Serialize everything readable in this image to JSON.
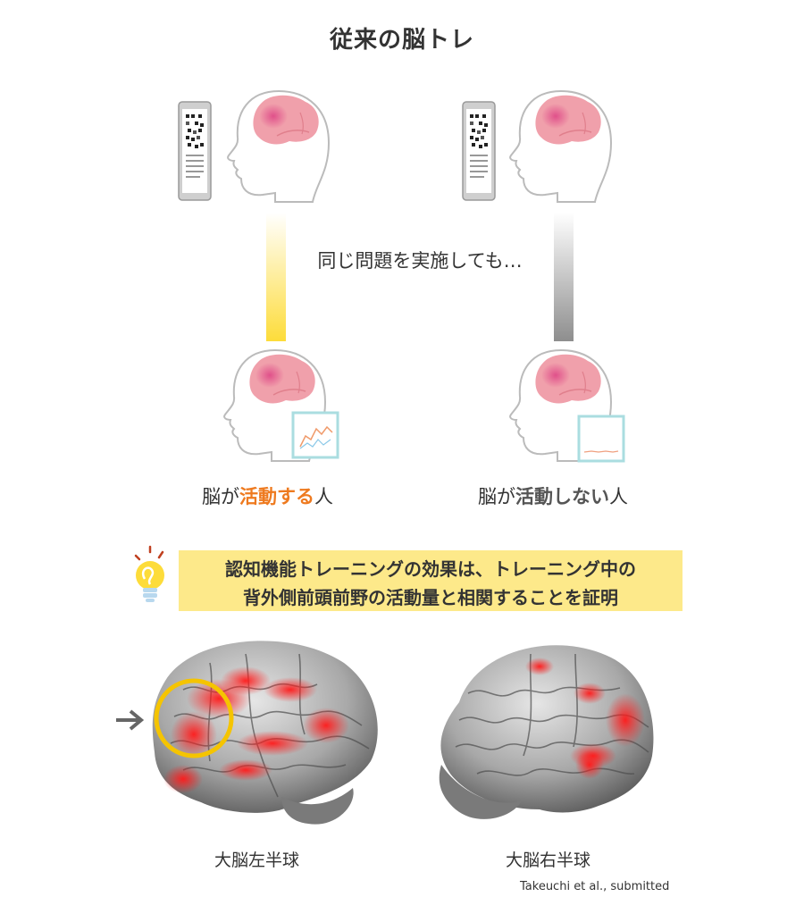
{
  "title": "従来の脳トレ",
  "caption": "同じ問題を実施しても…",
  "groups": {
    "active": {
      "part1": "脳が",
      "highlight": "活動する",
      "part3": "人"
    },
    "inactive": {
      "part1": "脳が",
      "highlight": "活動しない",
      "part3": "人"
    }
  },
  "callout": {
    "line1": "認知機能トレーニングの効果は、トレーニング中の",
    "line2": "背外側前頭前野の活動量と相関することを証明"
  },
  "hemispheres": {
    "left": "大脳左半球",
    "right": "大脳右半球"
  },
  "citation": "Takeuchi et al., submitted",
  "colors": {
    "brain_pink": "#f0a0ab",
    "highlight_orange": "#ee7a1f",
    "callout_bg": "#fde98a",
    "ring": "#f5c400",
    "activation": "#ff2020"
  }
}
